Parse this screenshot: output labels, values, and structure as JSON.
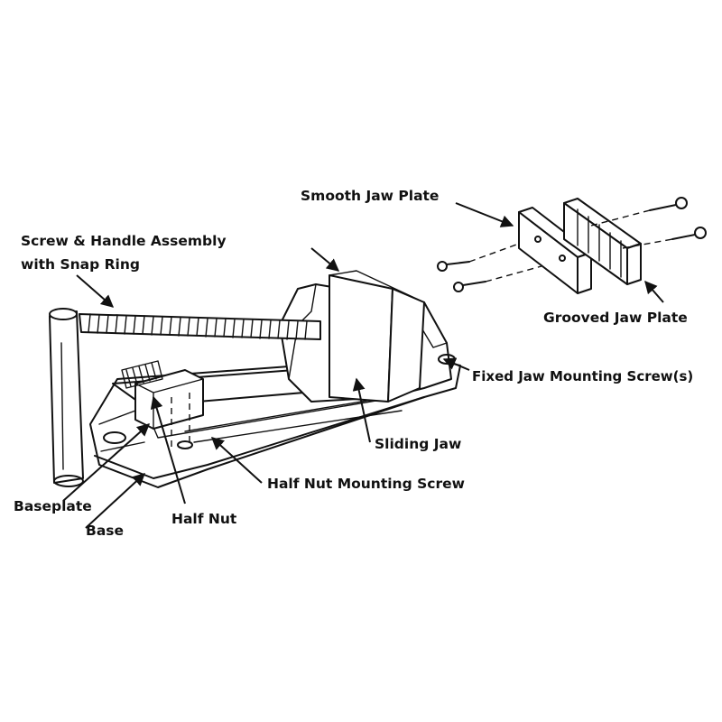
{
  "labels": {
    "smooth_jaw_plate": "Smooth Jaw Plate",
    "screw_handle_line1": "Screw & Handle Assembly",
    "screw_handle_line2": "with Snap Ring",
    "grooved_jaw_plate": "Grooved Jaw Plate",
    "fixed_jaw_mounting_screws": "Fixed Jaw Mounting Screw(s)",
    "sliding_jaw": "Sliding Jaw",
    "half_nut_mounting_screw": "Half Nut Mounting Screw",
    "baseplate": "Baseplate",
    "half_nut": "Half Nut",
    "base": "Base"
  }
}
